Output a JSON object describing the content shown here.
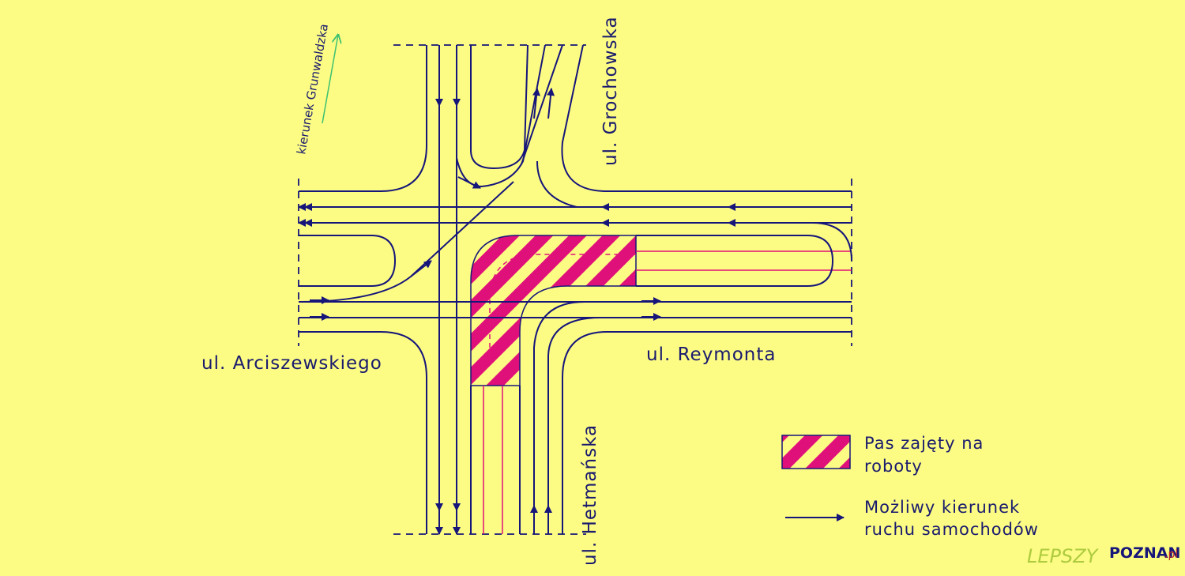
{
  "colors": {
    "background": "#fcfc84",
    "road_line": "#16157a",
    "work_zone": "#e0107a",
    "north_arrow": "#3cc070",
    "watermark_green": "#9bbf2e",
    "watermark_red": "#c0252b"
  },
  "streets": {
    "north": "ul. Grochowska",
    "west": "ul. Arciszewskiego",
    "east": "ul. Reymonta",
    "south": "ul. Hetmańska"
  },
  "direction_note": "kierunek Grunwaldzka",
  "legend": {
    "hatched_line1": "Pas zajęty na",
    "hatched_line2": "roboty",
    "arrow_line1": "Możliwy kierunek",
    "arrow_line2": "ruchu samochodów"
  },
  "watermark": {
    "part1": "LEPSZY",
    "part2": "POZNAN",
    "part3": ".pl"
  }
}
